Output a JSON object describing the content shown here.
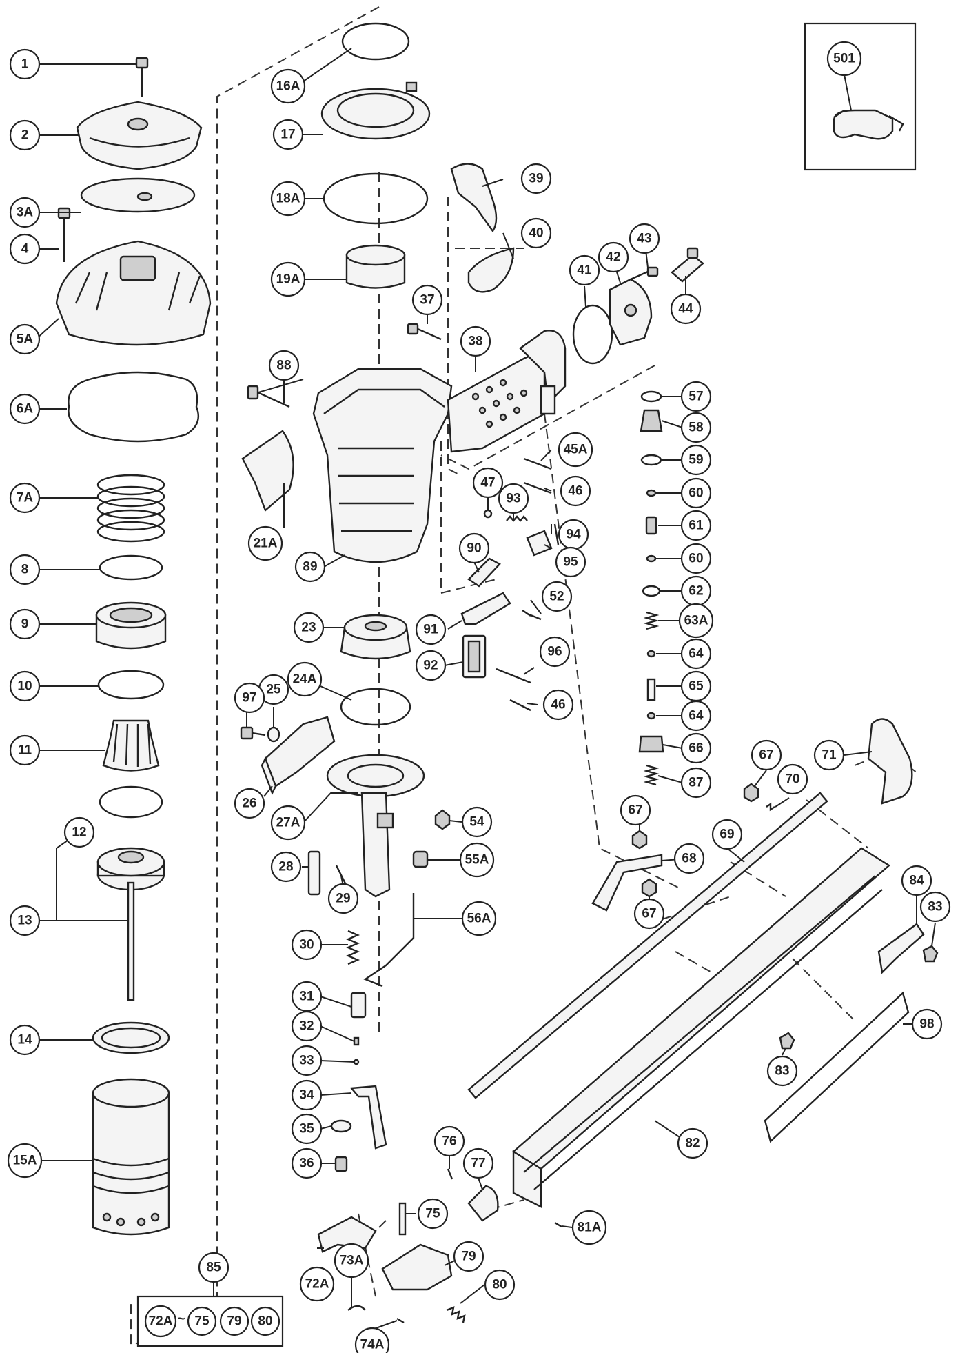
{
  "diagram": {
    "callouts": [
      {
        "id": "1"
      },
      {
        "id": "2"
      },
      {
        "id": "3A"
      },
      {
        "id": "4"
      },
      {
        "id": "5A"
      },
      {
        "id": "6A"
      },
      {
        "id": "7A"
      },
      {
        "id": "8"
      },
      {
        "id": "9"
      },
      {
        "id": "10"
      },
      {
        "id": "11"
      },
      {
        "id": "12"
      },
      {
        "id": "13"
      },
      {
        "id": "14"
      },
      {
        "id": "15A"
      },
      {
        "id": "16A"
      },
      {
        "id": "17"
      },
      {
        "id": "18A"
      },
      {
        "id": "19A"
      },
      {
        "id": "21A"
      },
      {
        "id": "23"
      },
      {
        "id": "24A"
      },
      {
        "id": "25"
      },
      {
        "id": "26"
      },
      {
        "id": "27A"
      },
      {
        "id": "28"
      },
      {
        "id": "29"
      },
      {
        "id": "30"
      },
      {
        "id": "31"
      },
      {
        "id": "32"
      },
      {
        "id": "33"
      },
      {
        "id": "34"
      },
      {
        "id": "35"
      },
      {
        "id": "36"
      },
      {
        "id": "37"
      },
      {
        "id": "38"
      },
      {
        "id": "39"
      },
      {
        "id": "40"
      },
      {
        "id": "41"
      },
      {
        "id": "42"
      },
      {
        "id": "43"
      },
      {
        "id": "44"
      },
      {
        "id": "45A"
      },
      {
        "id": "46"
      },
      {
        "id": "47"
      },
      {
        "id": "93"
      },
      {
        "id": "94"
      },
      {
        "id": "95"
      },
      {
        "id": "90"
      },
      {
        "id": "52"
      },
      {
        "id": "91"
      },
      {
        "id": "92"
      },
      {
        "id": "96"
      },
      {
        "id": "46"
      },
      {
        "id": "54"
      },
      {
        "id": "55A"
      },
      {
        "id": "56A"
      },
      {
        "id": "57"
      },
      {
        "id": "58"
      },
      {
        "id": "59"
      },
      {
        "id": "60"
      },
      {
        "id": "61"
      },
      {
        "id": "60"
      },
      {
        "id": "62"
      },
      {
        "id": "63A"
      },
      {
        "id": "64"
      },
      {
        "id": "65"
      },
      {
        "id": "64"
      },
      {
        "id": "66"
      },
      {
        "id": "87"
      },
      {
        "id": "67"
      },
      {
        "id": "70"
      },
      {
        "id": "71"
      },
      {
        "id": "67"
      },
      {
        "id": "68"
      },
      {
        "id": "67"
      },
      {
        "id": "69"
      },
      {
        "id": "84"
      },
      {
        "id": "83"
      },
      {
        "id": "98"
      },
      {
        "id": "83"
      },
      {
        "id": "82"
      },
      {
        "id": "88"
      },
      {
        "id": "89"
      },
      {
        "id": "97"
      },
      {
        "id": "76"
      },
      {
        "id": "77"
      },
      {
        "id": "75"
      },
      {
        "id": "81A"
      },
      {
        "id": "72A"
      },
      {
        "id": "73A"
      },
      {
        "id": "79"
      },
      {
        "id": "80"
      },
      {
        "id": "74A"
      },
      {
        "id": "85"
      },
      {
        "id": "501"
      }
    ],
    "kit_box": {
      "start": "72A",
      "tilde": "~",
      "items": [
        "75",
        "79",
        "80"
      ]
    }
  }
}
